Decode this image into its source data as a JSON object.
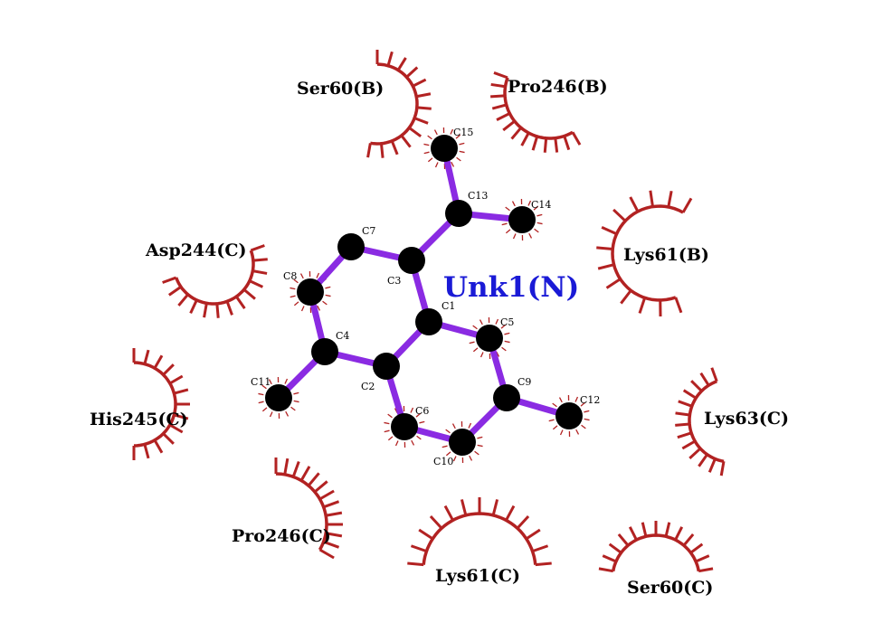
{
  "ligand": {
    "name": "Unk1(N)",
    "colors": {
      "bond": "#8a2be2",
      "atom": "#000000",
      "title": "#1a1ad6",
      "contact_ticks": "#b22222"
    },
    "atoms": [
      {
        "id": "C1",
        "label": "C1"
      },
      {
        "id": "C2",
        "label": "C2"
      },
      {
        "id": "C3",
        "label": "C3"
      },
      {
        "id": "C4",
        "label": "C4"
      },
      {
        "id": "C5",
        "label": "C5"
      },
      {
        "id": "C6",
        "label": "C6"
      },
      {
        "id": "C7",
        "label": "C7"
      },
      {
        "id": "C8",
        "label": "C8"
      },
      {
        "id": "C9",
        "label": "C9"
      },
      {
        "id": "C10",
        "label": "C10"
      },
      {
        "id": "C11",
        "label": "C11"
      },
      {
        "id": "C12",
        "label": "C12"
      },
      {
        "id": "C13",
        "label": "C13"
      },
      {
        "id": "C14",
        "label": "C14"
      },
      {
        "id": "C15",
        "label": "C15"
      }
    ],
    "bonds": [
      [
        "C15",
        "C13"
      ],
      [
        "C13",
        "C14"
      ],
      [
        "C13",
        "C3"
      ],
      [
        "C3",
        "C7"
      ],
      [
        "C7",
        "C8"
      ],
      [
        "C8",
        "C4"
      ],
      [
        "C4",
        "C11"
      ],
      [
        "C4",
        "C2"
      ],
      [
        "C2",
        "C1"
      ],
      [
        "C1",
        "C3"
      ],
      [
        "C1",
        "C5"
      ],
      [
        "C5",
        "C9"
      ],
      [
        "C9",
        "C12"
      ],
      [
        "C9",
        "C10"
      ],
      [
        "C10",
        "C6"
      ],
      [
        "C6",
        "C2"
      ]
    ],
    "contact_atoms": [
      "C15",
      "C14",
      "C8",
      "C5",
      "C11",
      "C12",
      "C6",
      "C10"
    ]
  },
  "residues": {
    "color": "#b22222",
    "items": [
      {
        "name": "Ser60(B)"
      },
      {
        "name": "Pro246(B)"
      },
      {
        "name": "Asp244(C)"
      },
      {
        "name": "Lys61(B)"
      },
      {
        "name": "His245(C)"
      },
      {
        "name": "Lys63(C)"
      },
      {
        "name": "Pro246(C)"
      },
      {
        "name": "Lys61(C)"
      },
      {
        "name": "Ser60(C)"
      }
    ]
  }
}
